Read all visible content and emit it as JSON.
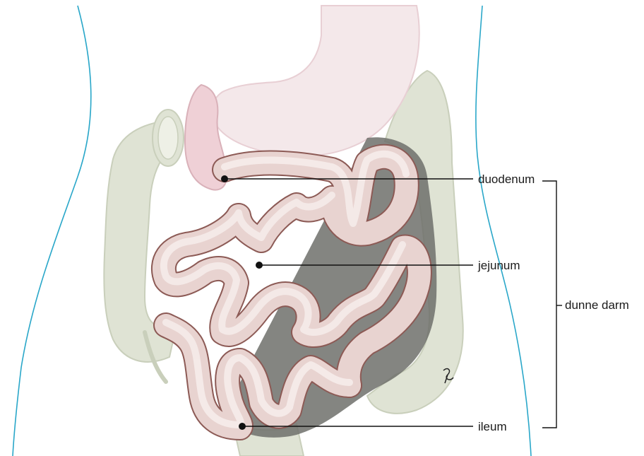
{
  "labels": {
    "duodenum": "duodenum",
    "jejunum": "jejunum",
    "ileum": "ileum",
    "group": "dunne darm"
  },
  "colors": {
    "body_outline": "#2aa7c9",
    "colon": "#dfe3d4",
    "colon_shade": "#c9cfbb",
    "stomach": "#f4e8ea",
    "stomach_shade": "#e8cfd4",
    "intestine": "#e8d3d0",
    "intestine_highlight": "#f6ecea",
    "intestine_outline": "#8c5a55",
    "shadow": "#6f706b",
    "leader": "#111111"
  }
}
